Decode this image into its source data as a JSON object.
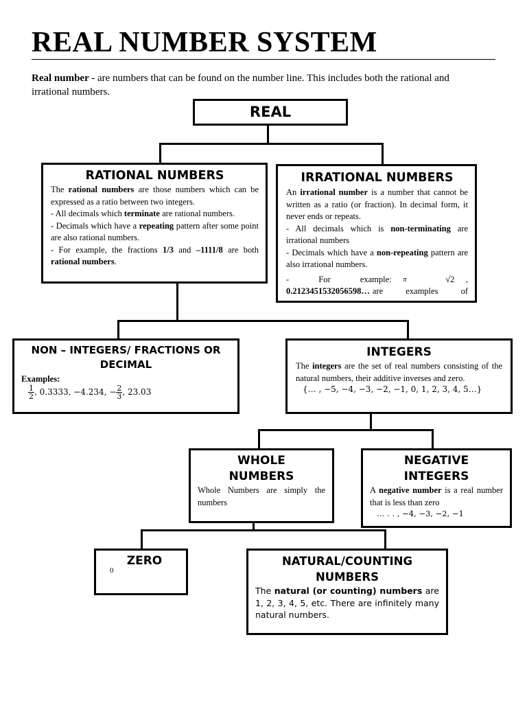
{
  "title": "REAL NUMBER SYSTEM",
  "intro": {
    "term": "Real number -",
    "text": " are numbers that can be found on the number line. This includes both the rational and irrational numbers."
  },
  "real": {
    "heading": "REAL"
  },
  "rational": {
    "heading": "RATIONAL NUMBERS",
    "p1a": "The ",
    "p1b": "rational numbers",
    "p1c": " are those numbers which can be expressed as a ratio between two integers.",
    "p2a": "- All decimals which ",
    "p2b": "terminate",
    "p2c": " are rational numbers.",
    "p3a": "- Decimals which have a ",
    "p3b": "repeating",
    "p3c": " pattern after some point are also rational numbers.",
    "p4a": "- For example, the fractions ",
    "p4b": "1/3",
    "p4c": " and ",
    "p4d": "–1111/8",
    "p4e": " are both ",
    "p4f": "rational numbers",
    "p4g": "."
  },
  "irrational": {
    "heading": "IRRATIONAL NUMBERS",
    "p1a": "An ",
    "p1b": "irrational number",
    "p1c": " is a number that cannot be written as a ratio (or fraction).  In decimal form, it never ends or repeats.",
    "p2a": "- All decimals which is ",
    "p2b": "non-terminating",
    "p2c": " are irrational numbers",
    "p3a": "- Decimals which have a ",
    "p3b": "non-repeating",
    "p3c": " pattern are also irrational numbers.",
    "p4a": "- For example: ",
    "pi": "π",
    "sqrt": "√2",
    "p4b": "0.2123451532056598…",
    "p4c": " are examples of"
  },
  "non_integers": {
    "heading": "NON – INTEGERS/ FRACTIONS OR DECIMAL",
    "examples_label": "Examples:",
    "f1_num": "1",
    "f1_den": "2",
    "mid": ", 0.3333, −4.234, −",
    "f2_num": "2",
    "f2_den": "3",
    "end": ", 23.03"
  },
  "integers": {
    "heading": "INTEGERS",
    "p1a": "The ",
    "p1b": "integers",
    "p1c": " are the set of real numbers consisting of the natural numbers, their additive inverses and zero.",
    "set": "{… , −5, −4, −3, −2, −1, 0, 1, 2, 3, 4, 5…}"
  },
  "whole": {
    "heading": "WHOLE NUMBERS",
    "text": "Whole Numbers are simply the numbers"
  },
  "negative": {
    "heading": "NEGATIVE INTEGERS",
    "p1a": "A ",
    "p1b": "negative number",
    "p1c": " is a real number that is less than zero",
    "list": "… . . , −4, −3, −2, −1"
  },
  "zero": {
    "heading": "ZERO",
    "value": "0"
  },
  "natural": {
    "heading": "NATURAL/COUNTING NUMBERS",
    "p1a": "The ",
    "p1b": "natural (or counting) numbers",
    "p1c": " are 1, 2, 3, 4, 5, etc. There are infinitely many natural numbers."
  }
}
